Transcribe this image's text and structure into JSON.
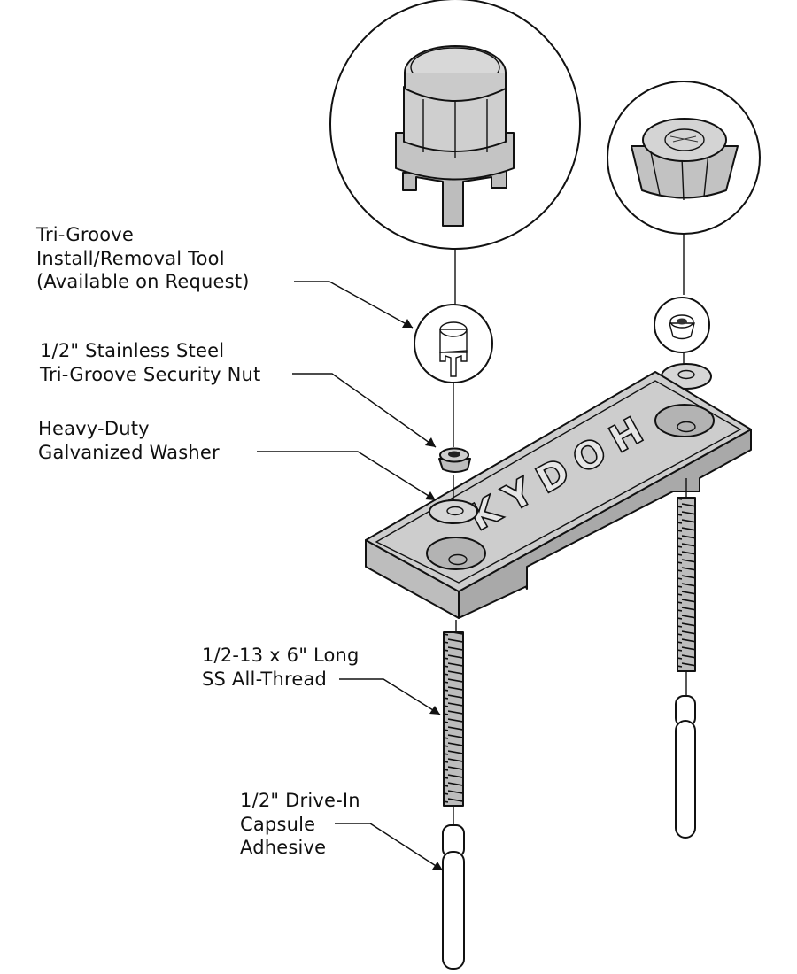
{
  "labels": {
    "tool": [
      "Tri-Groove",
      "Install/Removal Tool",
      "(Available on Request)"
    ],
    "nut": [
      "1/2\" Stainless Steel",
      "Tri-Groove Security Nut"
    ],
    "washer": [
      "Heavy-Duty",
      "Galvanized Washer"
    ],
    "thread": [
      "1/2-13 x 6\" Long",
      "SS All-Thread"
    ],
    "capsule": [
      "1/2\" Drive-In",
      "Capsule",
      "Adhesive"
    ]
  },
  "bracket_text": "KYDOH",
  "colors": {
    "ink": "#111111",
    "part_fill": "#c8c8c8",
    "part_light": "#e2e2e2",
    "part_dark": "#9c9c9c",
    "background": "#ffffff"
  }
}
